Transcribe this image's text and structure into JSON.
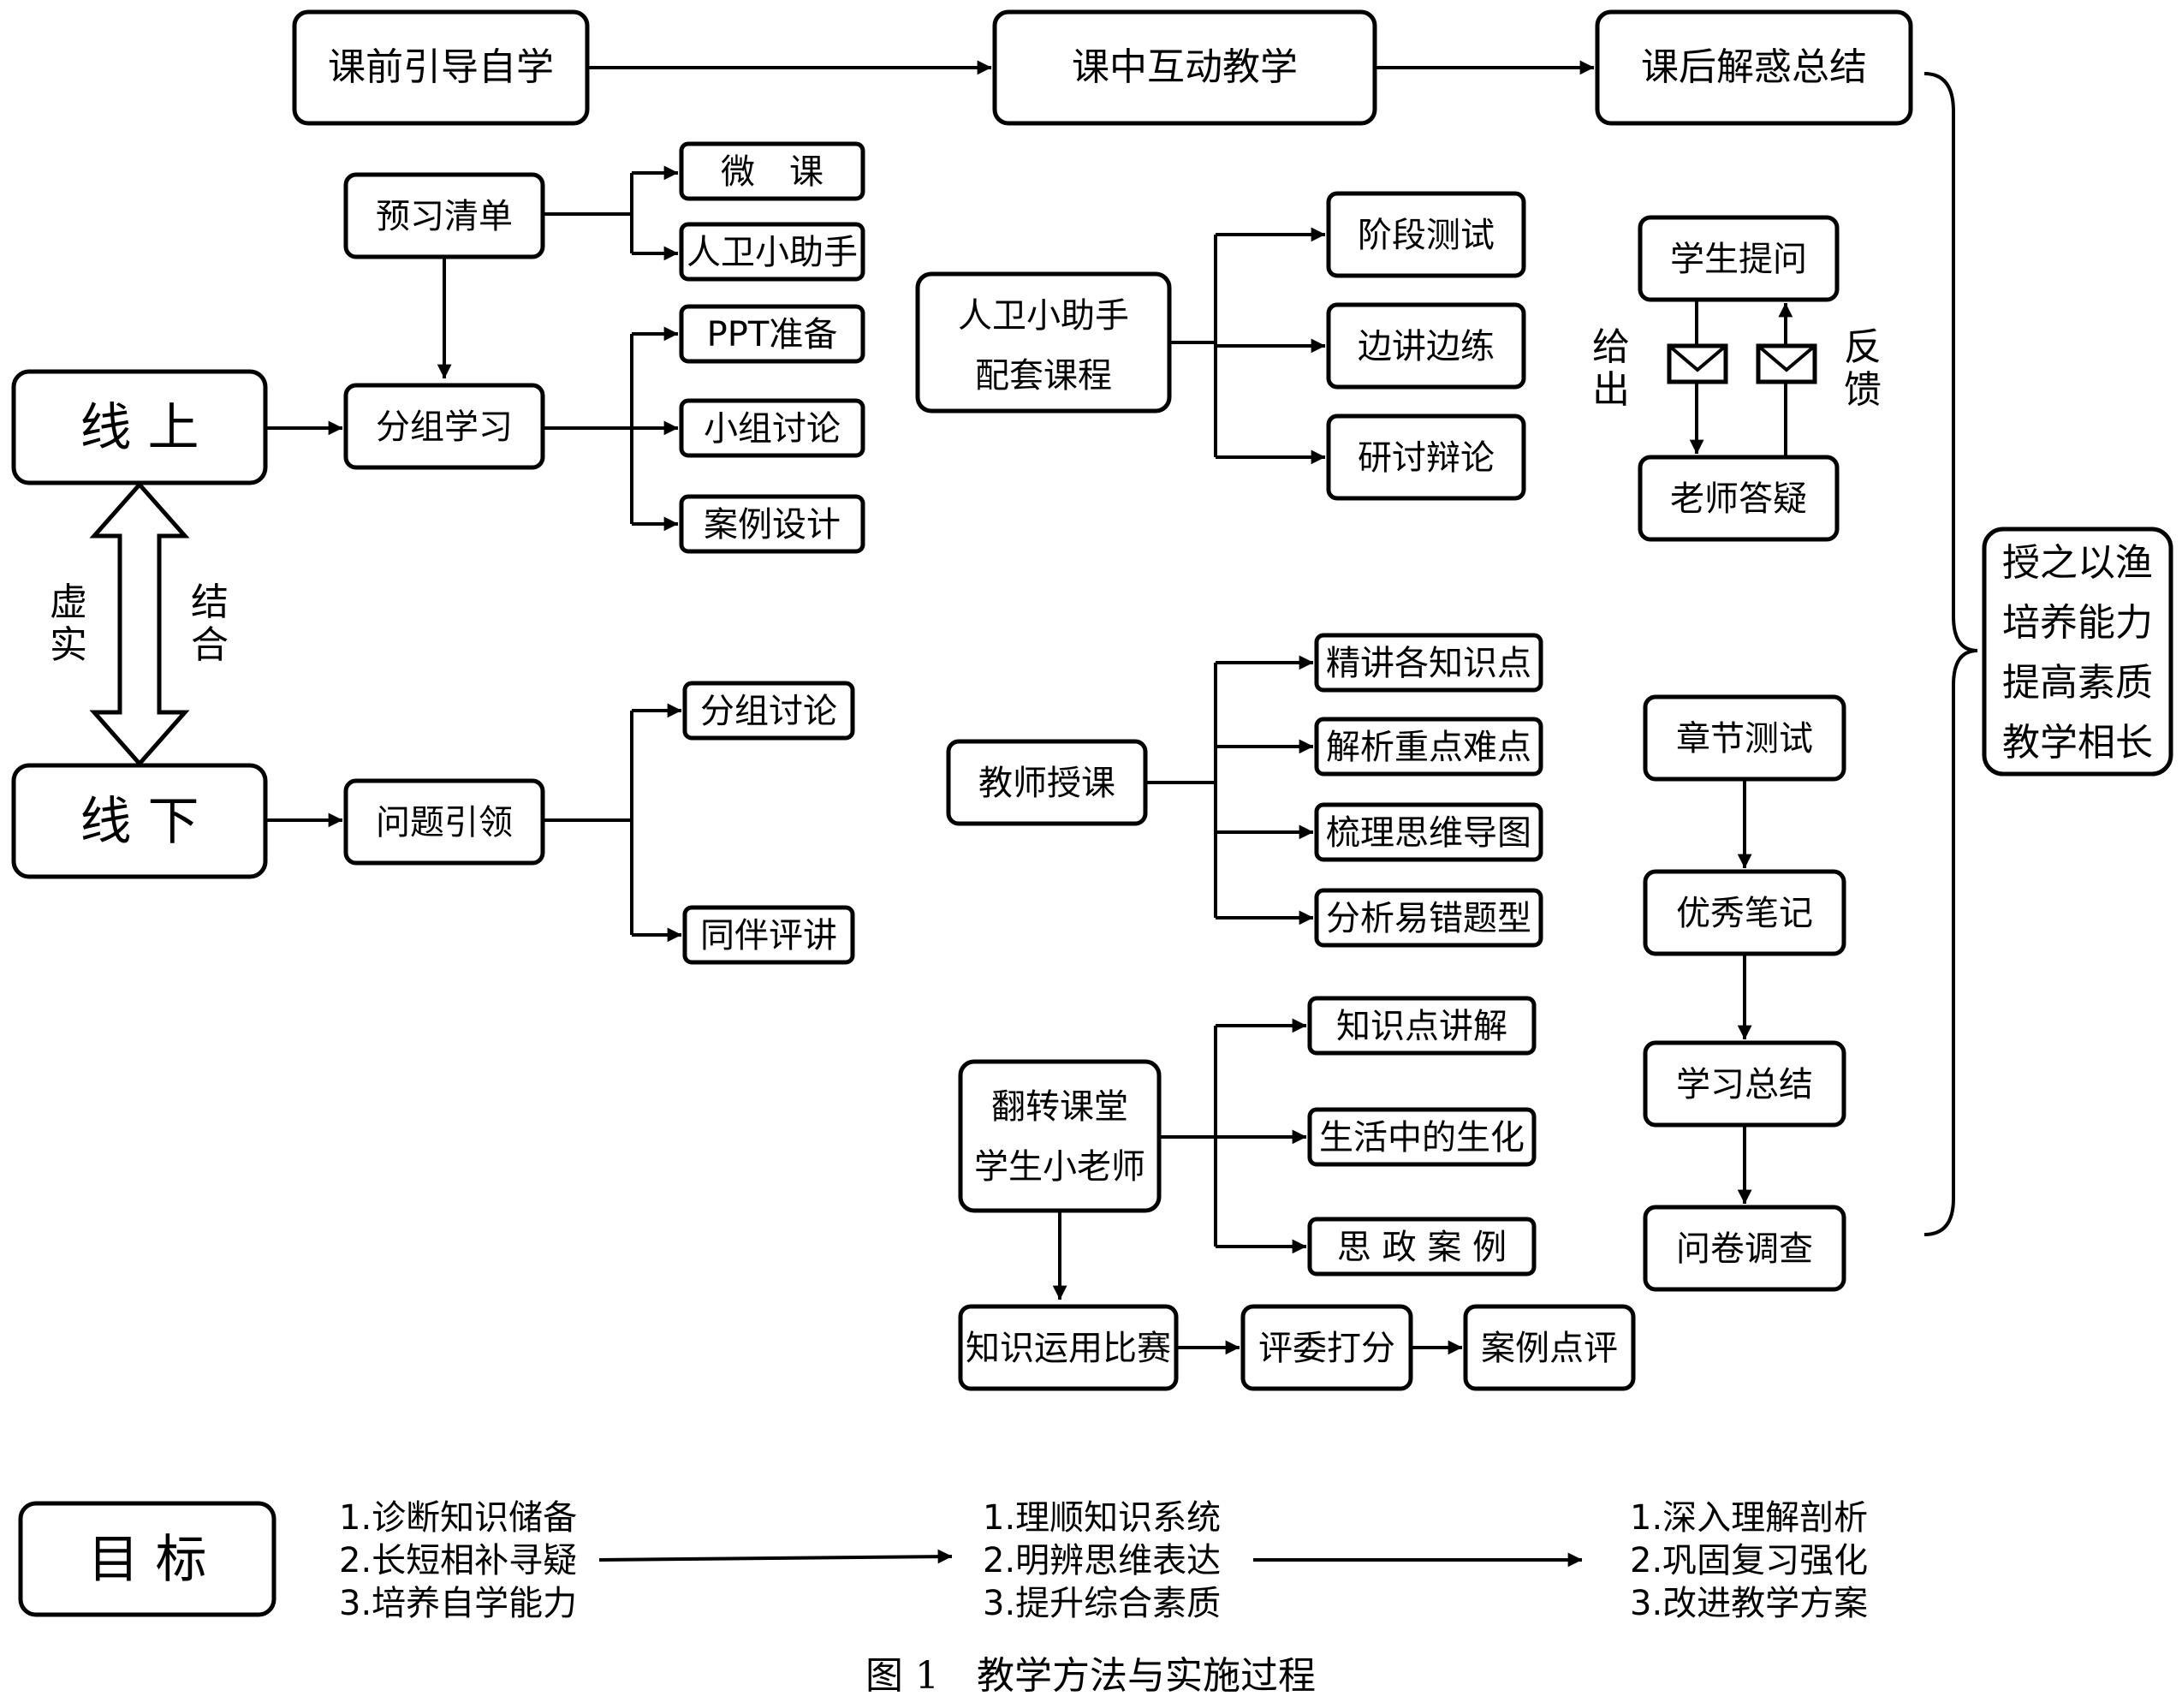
{
  "flow": {
    "pre_class": "课前引导自学",
    "in_class": "课中互动教学",
    "post_class": "课后解惑总结"
  },
  "left": {
    "online": "线 上",
    "offline": "线 下",
    "combine_left": [
      "虚",
      "实"
    ],
    "combine_right": [
      "结",
      "合"
    ]
  },
  "pre": {
    "preview_list": "预习清单",
    "micro_lesson": "微　课",
    "ai_assistant": "人卫小助手",
    "group_study": "分组学习",
    "ppt_prep": "PPT准备",
    "small_group_discussion": "小组讨论",
    "case_design": "案例设计",
    "problem_lead": "问题引领",
    "group_discussion": "分组讨论",
    "peer_review": "同伴评讲"
  },
  "mid": {
    "ai_course": [
      "人卫小助手",
      "配套课程"
    ],
    "stage_test": "阶段测试",
    "learn_practice": "边讲边练",
    "seminar": "研讨辩论",
    "teacher_lecture": "教师授课",
    "explain_points": "精讲各知识点",
    "analyze_key": "解析重点难点",
    "mind_map": "梳理思维导图",
    "error_types": "分析易错题型",
    "flipped": [
      "翻转课堂",
      "学生小老师"
    ],
    "explain_knowledge": "知识点讲解",
    "life_biochem": "生活中的生化",
    "ideology_case": "思 政 案 例",
    "contest": "知识运用比赛",
    "judge_score": "评委打分",
    "case_comment": "案例点评"
  },
  "post": {
    "student_ask": "学生提问",
    "teacher_answer": "老师答疑",
    "give_out": [
      "给",
      "出"
    ],
    "feedback": [
      "反",
      "馈"
    ],
    "chapter_test": "章节测试",
    "excellent_notes": "优秀笔记",
    "study_summary": "学习总结",
    "survey": "问卷调查"
  },
  "outcome": [
    "授之以渔",
    "培养能力",
    "提高素质",
    "教学相长"
  ],
  "goals": {
    "label": "目 标",
    "pre": [
      "1.诊断知识储备",
      "2.长短相补寻疑",
      "3.培养自学能力"
    ],
    "mid": [
      "1.理顺知识系统",
      "2.明辨思维表达",
      "3.提升综合素质"
    ],
    "post": [
      "1.深入理解剖析",
      "2.巩固复习强化",
      "3.改进教学方案"
    ]
  },
  "caption": "图 1　教学方法与实施过程"
}
